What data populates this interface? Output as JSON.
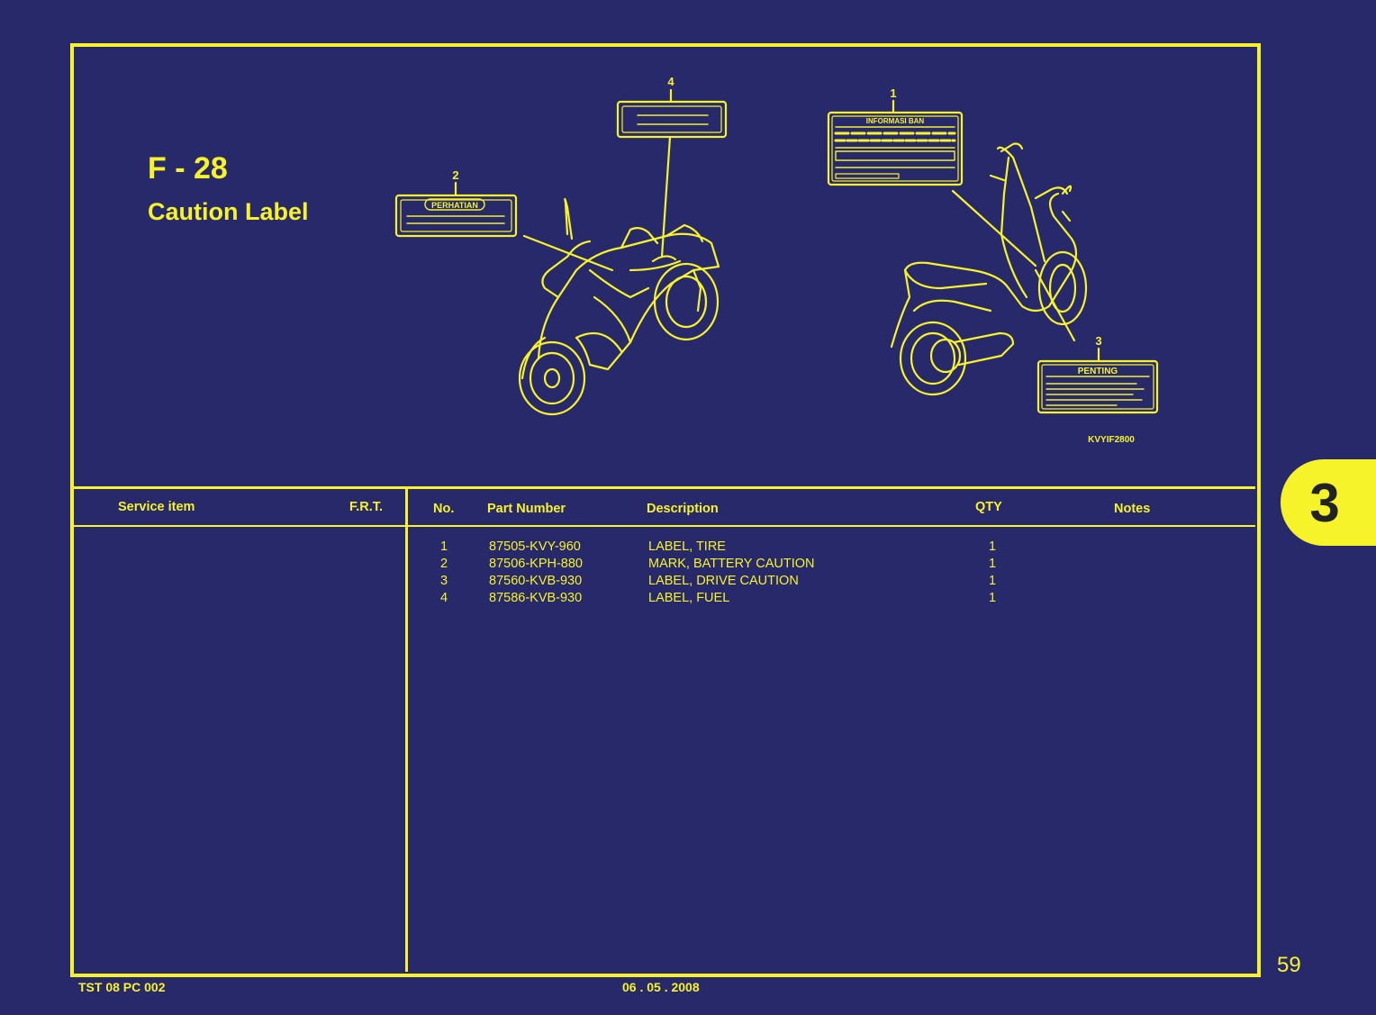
{
  "figure": {
    "code": "F - 28",
    "name": "Caution Label",
    "image_ref": "KVYIF2800",
    "callouts": [
      "1",
      "2",
      "3",
      "4"
    ],
    "label_texts": {
      "label_1": "INFORMASI BAN",
      "label_2": "PERHATIAN",
      "label_3": "PENTING"
    }
  },
  "table": {
    "headers": {
      "service_item": "Service item",
      "frt": "F.R.T.",
      "no": "No.",
      "part_number": "Part Number",
      "description": "Description",
      "qty": "QTY",
      "notes": "Notes"
    },
    "rows": [
      {
        "no": "1",
        "part_number": "87505-KVY-960",
        "description": "LABEL, TIRE",
        "qty": "1"
      },
      {
        "no": "2",
        "part_number": "87506-KPH-880",
        "description": "MARK, BATTERY CAUTION",
        "qty": "1"
      },
      {
        "no": "3",
        "part_number": "87560-KVB-930",
        "description": "LABEL, DRIVE CAUTION",
        "qty": "1"
      },
      {
        "no": "4",
        "part_number": "87586-KVB-930",
        "description": "LABEL, FUEL",
        "qty": "1"
      }
    ]
  },
  "footer": {
    "doc_code": "TST 08 PC 002",
    "date": "06 . 05 . 2008"
  },
  "page_number": "59",
  "section_tab": "3",
  "colors": {
    "background": "#28296a",
    "accent": "#f6f32a"
  }
}
